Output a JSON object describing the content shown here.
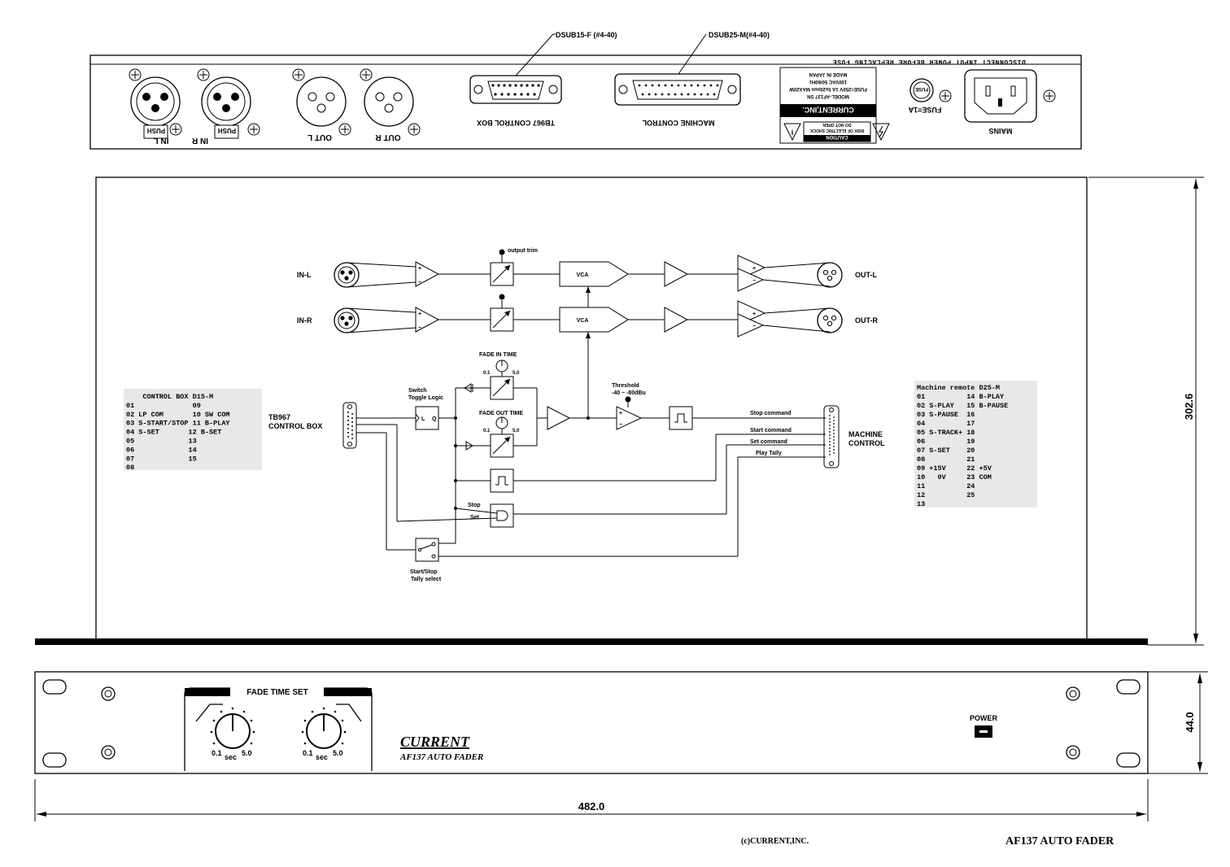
{
  "rear_panel": {
    "dsub15_callout": "DSUB15-F (#4-40)",
    "dsub25_callout": "DSUB25-M(#4-40)",
    "mirror_text": {
      "in_l": "IN L",
      "in_r": "IN R",
      "push": "PUSH",
      "out_l": "OUT L",
      "out_r": "OUT R",
      "control_box": "TB967 CONTROL BOX",
      "machine_control": "MACHINE CONTROL",
      "warning": "DISCONNECT INPUT POWER BEFORE REPLACING FUSE",
      "mains": "MAINS",
      "fuse_value": "FUSE=1A",
      "fuse": "FUSE",
      "label_model": "MODEL-AF137 SN",
      "label_company": "CURRENT,INC.",
      "label_fuse": "FUSE=250V 1A 5x20mm MAX20W",
      "label_power": "100VAC 50/60Hz",
      "label_origin": "MADE IN JAPAN",
      "caution": "CAUTION",
      "caution_l1": "RISK OF ELECTRIC SHOCK",
      "caution_l2": "DO NOT OPEN"
    }
  },
  "block_diagram": {
    "in_l": "IN-L",
    "in_r": "IN-R",
    "out_l": "OUT-L",
    "out_r": "OUT-R",
    "output_trim": "output trim",
    "vca": "VCA",
    "fade_in_time": "FADE IN TIME",
    "fade_out_time": "FADE OUT TIME",
    "pot_min": "0.1",
    "pot_max": "5.0",
    "switch_toggle_1": "Switch",
    "switch_toggle_2": "Toggle Logic",
    "latch_l": "L",
    "latch_q": "Q",
    "threshold_1": "Threshold",
    "threshold_2": "-40 ~ -80dBu",
    "tb967_1": "TB967",
    "tb967_2": "CONTROL BOX",
    "machine_1": "MACHINE",
    "machine_2": "CONTROL",
    "stop_command": "Stop command",
    "start_command": "Start command",
    "set_command": "Set command",
    "play_tally": "Play Tally",
    "stop": "Stop",
    "set": "Set",
    "tally_select_1": "Start/Stop",
    "tally_select_2": "Tally select",
    "control_box_table": [
      "    CONTROL BOX D15-M",
      "01              09",
      "02 LP COM       10 SW COM",
      "03 S-START/STOP 11 B-PLAY",
      "04 S-SET       12 B-SET",
      "05             13",
      "06             14",
      "07             15",
      "08"
    ],
    "machine_table": [
      "Machine remote D25-M",
      "01          14 B-PLAY",
      "02 S-PLAY   15 B-PAUSE",
      "03 S-PAUSE  16",
      "04          17",
      "05 S-TRACK+ 18",
      "06          19",
      "07 S-SET    20",
      "08          21",
      "09 +15V     22 +5V",
      "10   0V     23 COM",
      "11          24",
      "12          25",
      "13"
    ]
  },
  "dimensions": {
    "depth": "302.6",
    "height": "44.0",
    "width": "482.0"
  },
  "front_panel": {
    "fade_time_set": "FADE TIME SET",
    "knob_min": "0.1",
    "knob_max": "5.0",
    "knob_unit": "sec",
    "brand": "CURRENT",
    "model": "AF137 AUTO FADER",
    "power": "POWER"
  },
  "footer": {
    "copyright": "(c)CURRENT,INC.",
    "title": "AF137 AUTO FADER"
  }
}
